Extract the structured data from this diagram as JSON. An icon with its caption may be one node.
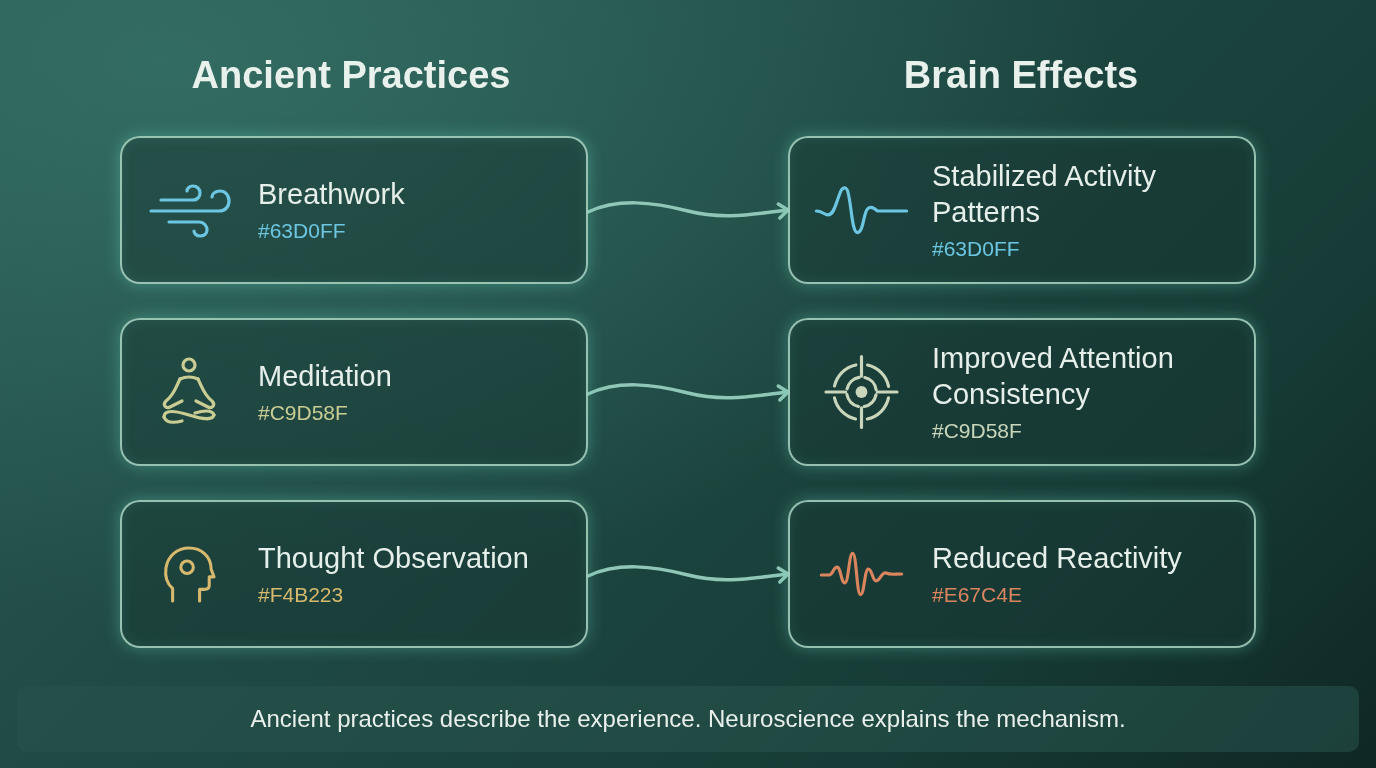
{
  "diagram": {
    "nodes": [
      {
        "text": [
          "Breathwork",
          "#63D0FF"
        ]
      },
      {
        "text": [
          "Meditation",
          "#C9D58F"
        ]
      },
      {
        "text": [
          "Thought Observation",
          "#F4B223"
        ]
      },
      {
        "text": [
          "Stabilized Activity Patterns",
          "#63D0FF"
        ]
      },
      {
        "text": [
          "Improved Attention Consistency",
          "#C9D58F"
        ]
      },
      {
        "text": [
          "Reduced Reactivity",
          "#E67C4E"
        ]
      }
    ],
    "edges": [
      {
        "from": 0,
        "to": 3,
        "arrow": "to"
      },
      {
        "from": 1,
        "to": 4,
        "arrow": "to"
      },
      {
        "from": 2,
        "to": 5,
        "arrow": "to"
      }
    ],
    "labels": [
      "Ancient Practices",
      "Brain Effects"
    ],
    "caption": "Ancient practices describe the experience. Neuroscience explains the mechanism."
  }
}
